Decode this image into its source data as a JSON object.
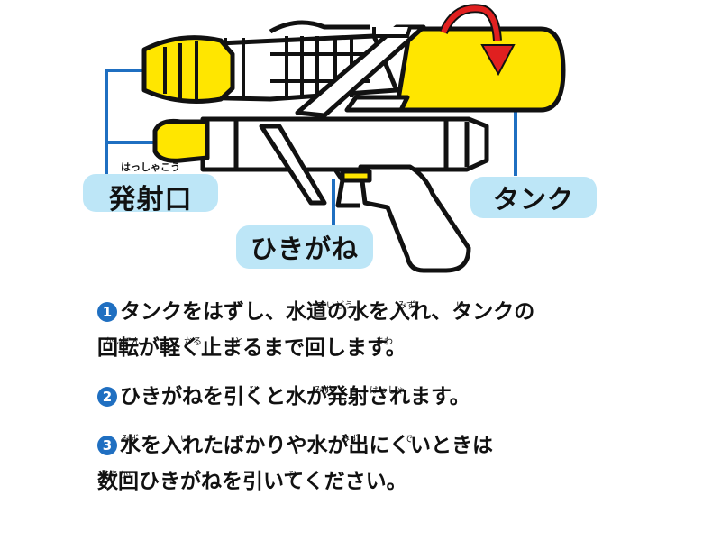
{
  "labels": {
    "nozzle": {
      "ruby": "はっしゃこう",
      "text": "発射口"
    },
    "trigger": {
      "text": "ひきがね"
    },
    "tank": {
      "text": "タンク"
    }
  },
  "steps": [
    {
      "number": "1",
      "line1": "タンクをはずし、水道の水を入れ、タンクの",
      "line2": "回転が軽く止まるまで回します。",
      "furigana1": [
        "すいどう",
        "みず",
        "い"
      ],
      "furigana2": [
        "かいてん",
        "かる",
        "と",
        "まわ"
      ]
    },
    {
      "number": "2",
      "line1": "ひきがねを引くと水が発射されます。",
      "furigana1": [
        "ひ",
        "みず",
        "はっしゃ"
      ]
    },
    {
      "number": "3",
      "line1": "水を入れたばかりや水が出にくいときは",
      "line2": "数回ひきがねを引いてください。",
      "furigana1": [
        "みず",
        "い",
        "みず",
        "で"
      ],
      "furigana2": [
        "すうかい",
        "ひ"
      ]
    }
  ],
  "colors": {
    "label_bg": "#bde6f7",
    "leader_line": "#1f6fc1",
    "tank_yellow": "#ffe600",
    "arrow_red": "#e02020",
    "number_circle": "#1f6fc1"
  },
  "icons": [
    "water-gun-illustration",
    "rotate-arrow-icon"
  ]
}
